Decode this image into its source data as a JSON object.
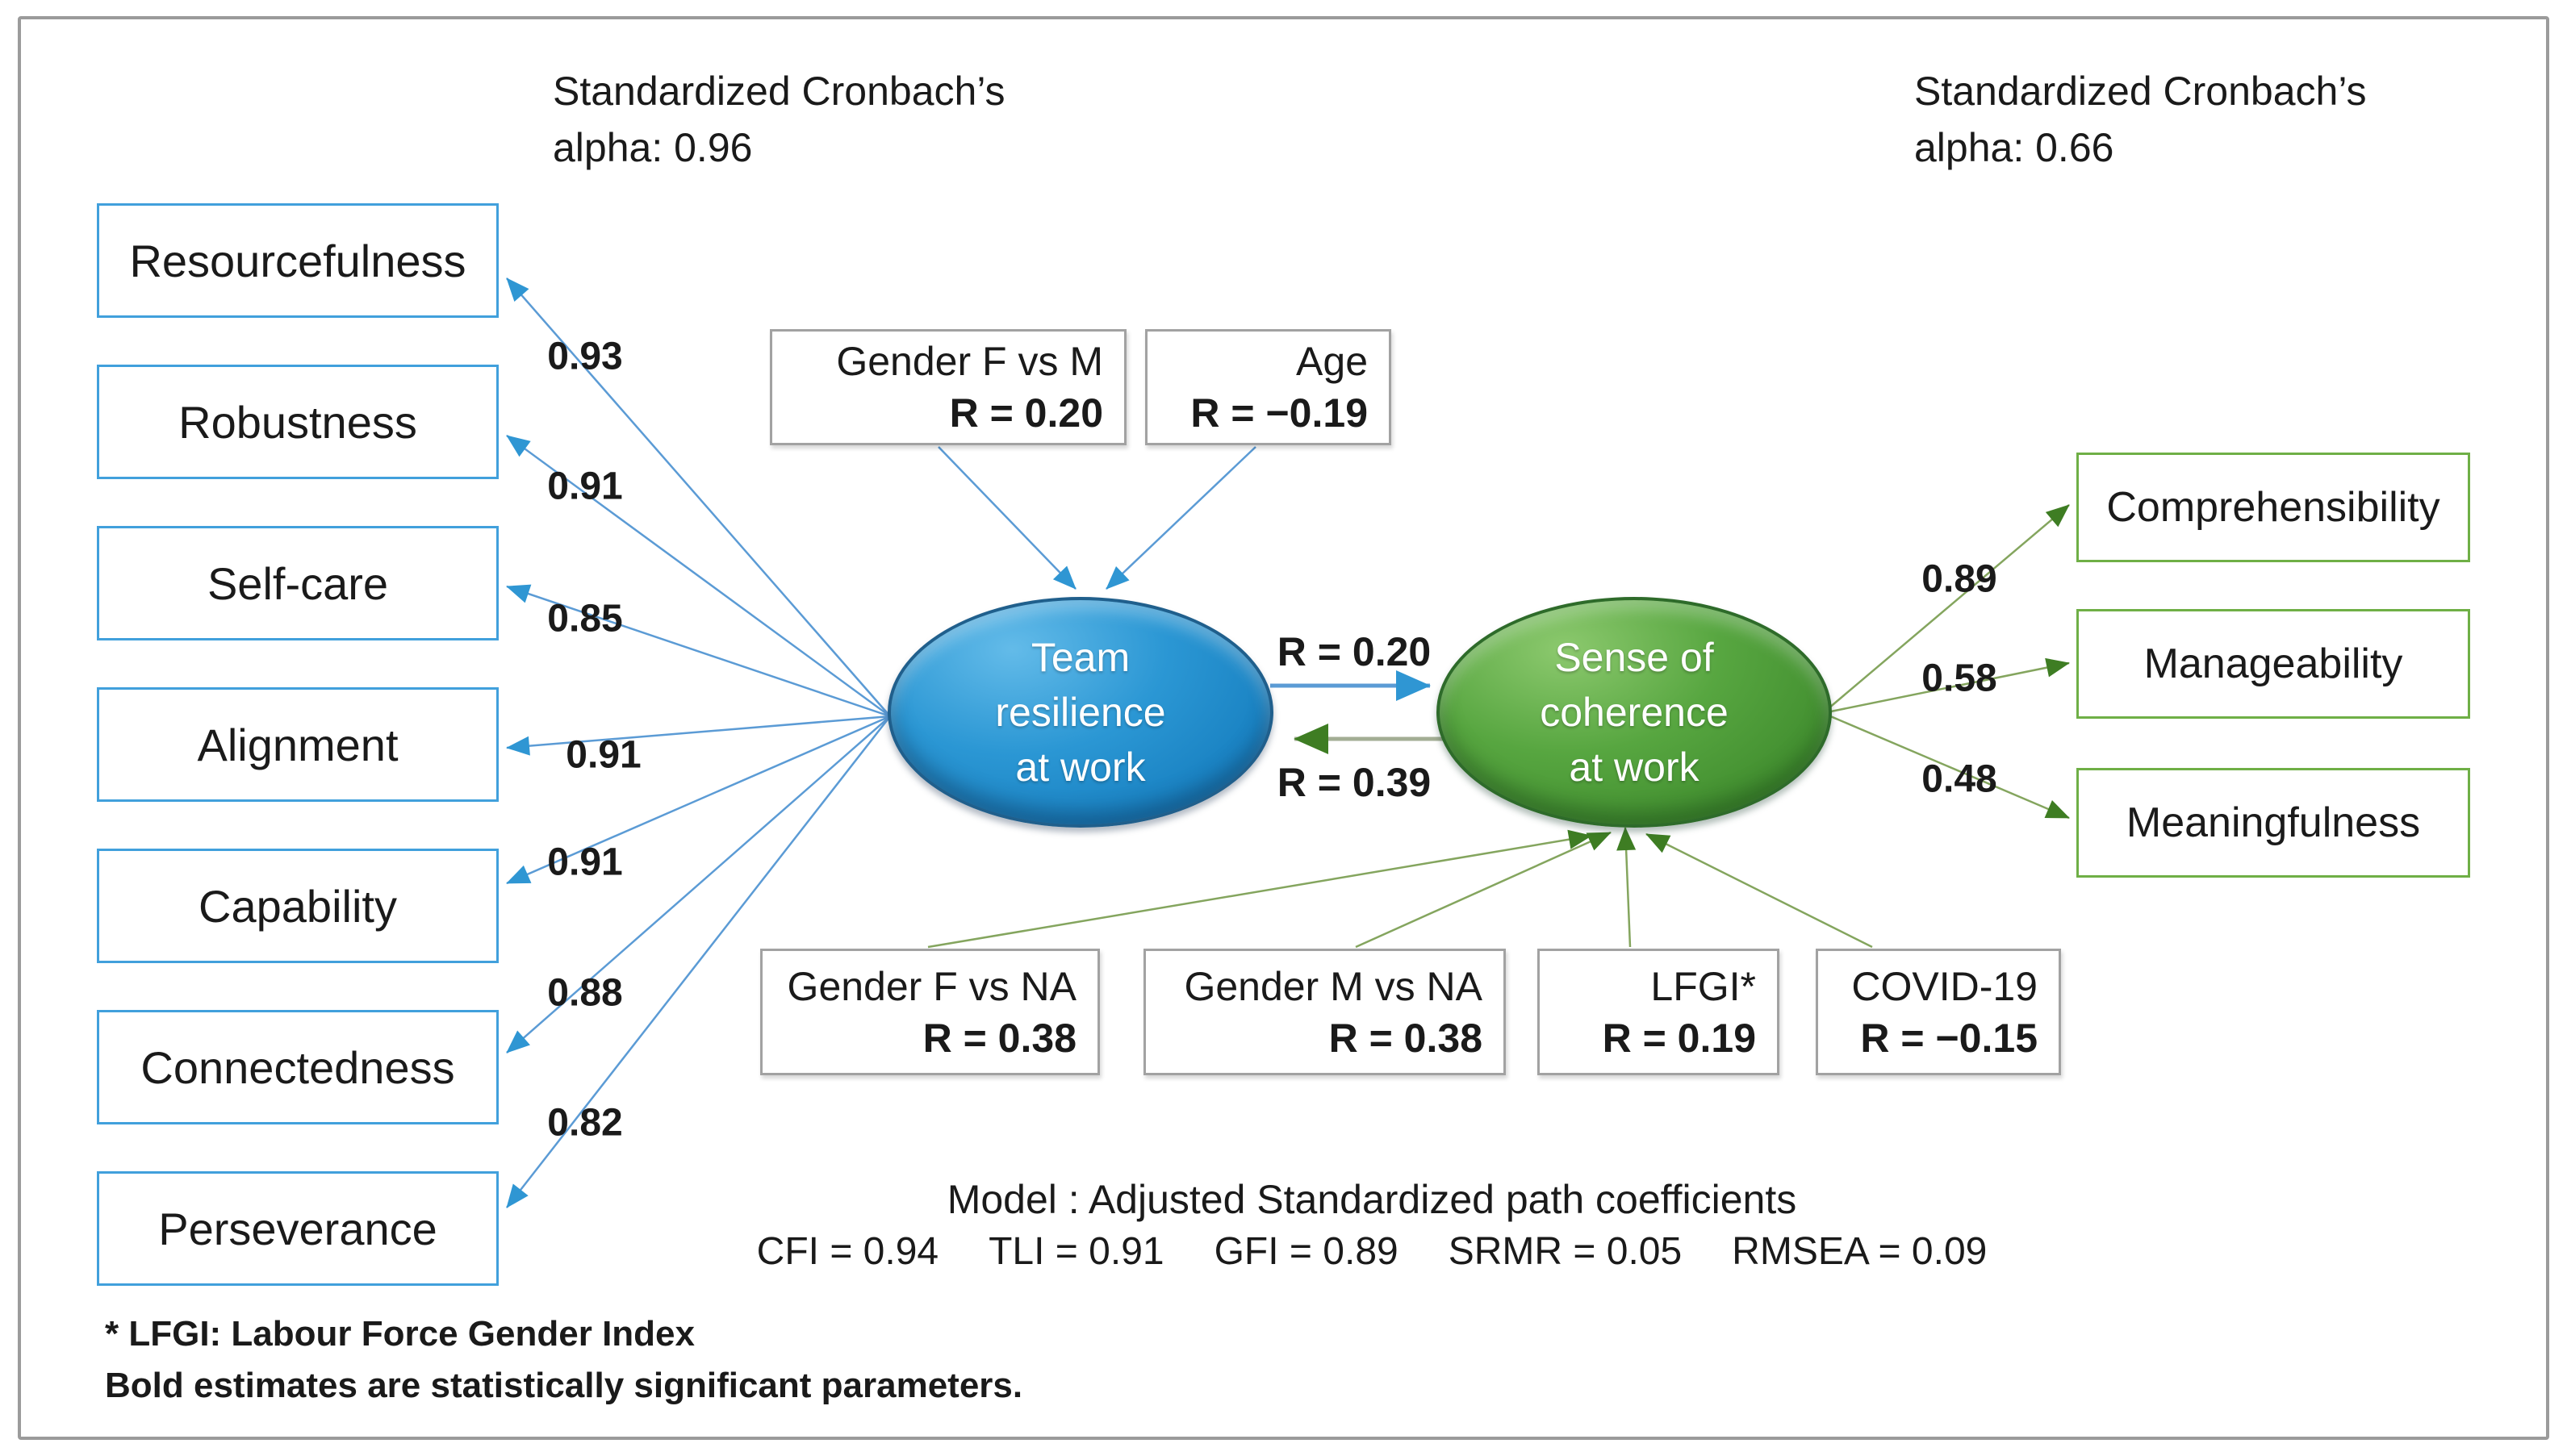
{
  "colors": {
    "blue_line": "#5b9bd5",
    "blue_arrowhead": "#2f96d3",
    "blue_box_border": "#41a0dc",
    "blue_ellipse": "#1f8ccd",
    "green_line": "#84a55e",
    "green_arrowhead": "#3e7d23",
    "green_box_border": "#6faf46",
    "green_ellipse": "#4f9f3a",
    "frame_border": "#9b9b9b"
  },
  "alphas": {
    "left": {
      "line1": "Standardized Cronbach’s",
      "line2": "alpha: 0.96"
    },
    "right": {
      "line1": "Standardized Cronbach’s",
      "line2": "alpha: 0.66"
    }
  },
  "latent": {
    "team": {
      "lines": [
        "Team",
        "resilience",
        "at work"
      ]
    },
    "coherence": {
      "lines": [
        "Sense of",
        "coherence",
        "at work"
      ]
    }
  },
  "between": {
    "forward": "R = 0.20",
    "backward": "R = 0.39"
  },
  "left_indicators": [
    {
      "label": "Resourcefulness",
      "loading": "0.93"
    },
    {
      "label": "Robustness",
      "loading": "0.91"
    },
    {
      "label": "Self-care",
      "loading": "0.85"
    },
    {
      "label": "Alignment",
      "loading": "0.91"
    },
    {
      "label": "Capability",
      "loading": "0.91"
    },
    {
      "label": "Connectedness",
      "loading": "0.88"
    },
    {
      "label": "Perseverance",
      "loading": "0.82"
    }
  ],
  "right_indicators": [
    {
      "label": "Comprehensibility",
      "loading": "0.89"
    },
    {
      "label": "Manageability",
      "loading": "0.58"
    },
    {
      "label": "Meaningfulness",
      "loading": "0.48"
    }
  ],
  "top_predictors": [
    {
      "label": "Gender F vs M",
      "r": "R = 0.20"
    },
    {
      "label": "Age",
      "r": "R = −0.19"
    }
  ],
  "bottom_predictors": [
    {
      "label": "Gender F vs NA",
      "r": "R = 0.38"
    },
    {
      "label": "Gender M vs NA",
      "r": "R = 0.38"
    },
    {
      "label": "LFGI*",
      "r": "R = 0.19"
    },
    {
      "label": "COVID-19",
      "r": "R = −0.15"
    }
  ],
  "fit": {
    "title": "Model : Adjusted Standardized path coefficients",
    "stats": [
      "CFI = 0.94",
      "TLI = 0.91",
      "GFI = 0.89",
      "SRMR = 0.05",
      "RMSEA = 0.09"
    ]
  },
  "footnotes": [
    "* LFGI: Labour Force Gender Index",
    "Bold estimates are statistically significant parameters."
  ]
}
